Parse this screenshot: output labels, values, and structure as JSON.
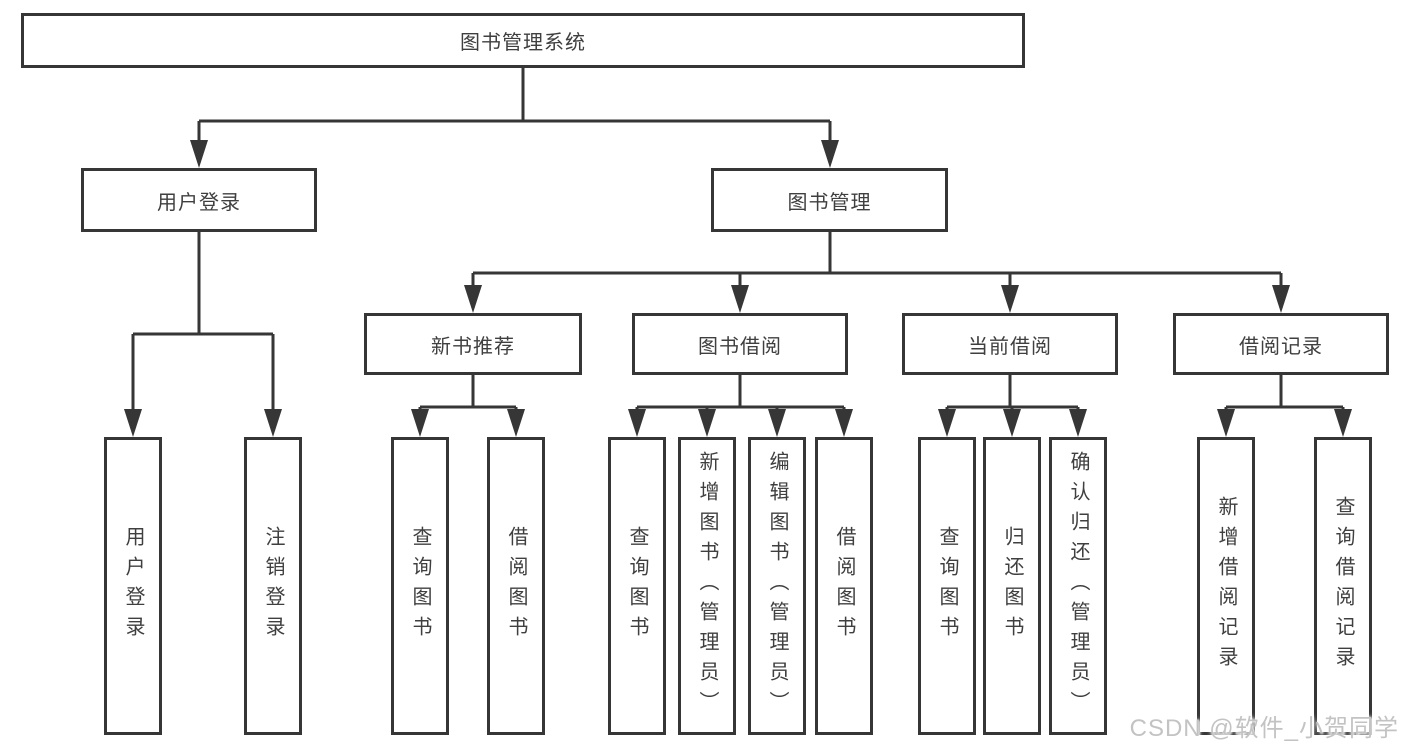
{
  "tree": {
    "label": "图书管理系统",
    "children": [
      {
        "label": "用户登录",
        "children": [
          {
            "label": "用户登录"
          },
          {
            "label": "注销登录"
          }
        ]
      },
      {
        "label": "图书管理",
        "children": [
          {
            "label": "新书推荐",
            "children": [
              {
                "label": "查询图书"
              },
              {
                "label": "借阅图书"
              }
            ]
          },
          {
            "label": "图书借阅",
            "children": [
              {
                "label": "查询图书"
              },
              {
                "label": "新增图书（管理员）"
              },
              {
                "label": "编辑图书（管理员）"
              },
              {
                "label": "借阅图书"
              }
            ]
          },
          {
            "label": "当前借阅",
            "children": [
              {
                "label": "查询图书"
              },
              {
                "label": "归还图书"
              },
              {
                "label": "确认归还（管理员）"
              }
            ]
          },
          {
            "label": "借阅记录",
            "children": [
              {
                "label": "新增借阅记录"
              },
              {
                "label": "查询借阅记录"
              }
            ]
          }
        ]
      }
    ]
  },
  "watermark": {
    "text": "CSDN @软件_小贺同学"
  },
  "colors": {
    "line": "#363636",
    "box_border": "#363636",
    "box_fill": "#ffffff",
    "text": "#3f3f3f",
    "watermark": "#c3c3c3"
  }
}
